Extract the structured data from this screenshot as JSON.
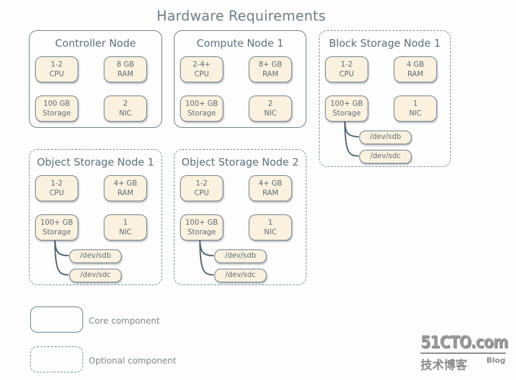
{
  "title": "Hardware Requirements",
  "nodes": [
    {
      "name": "Controller Node",
      "type": "core",
      "resources": [
        {
          "value": "1-2",
          "label": "CPU"
        },
        {
          "value": "8 GB",
          "label": "RAM"
        },
        {
          "value": "100 GB",
          "label": "Storage"
        },
        {
          "value": "2",
          "label": "NIC"
        }
      ],
      "devices": []
    },
    {
      "name": "Compute Node 1",
      "type": "core",
      "resources": [
        {
          "value": "2-4+",
          "label": "CPU"
        },
        {
          "value": "8+ GB",
          "label": "RAM"
        },
        {
          "value": "100+ GB",
          "label": "Storage"
        },
        {
          "value": "2",
          "label": "NIC"
        }
      ],
      "devices": []
    },
    {
      "name": "Block Storage Node 1",
      "type": "optional",
      "resources": [
        {
          "value": "1-2",
          "label": "CPU"
        },
        {
          "value": "4 GB",
          "label": "RAM"
        },
        {
          "value": "100+ GB",
          "label": "Storage"
        },
        {
          "value": "1",
          "label": "NIC"
        }
      ],
      "devices": [
        "/dev/sdb",
        "/dev/sdc"
      ]
    },
    {
      "name": "Object Storage Node 1",
      "type": "optional",
      "resources": [
        {
          "value": "1-2",
          "label": "CPU"
        },
        {
          "value": "4+ GB",
          "label": "RAM"
        },
        {
          "value": "100+ GB",
          "label": "Storage"
        },
        {
          "value": "1",
          "label": "NIC"
        }
      ],
      "devices": [
        "/dev/sdb",
        "/dev/sdc"
      ]
    },
    {
      "name": "Object Storage Node 2",
      "type": "optional",
      "resources": [
        {
          "value": "1-2",
          "label": "CPU"
        },
        {
          "value": "4+ GB",
          "label": "RAM"
        },
        {
          "value": "100+ GB",
          "label": "Storage"
        },
        {
          "value": "1",
          "label": "NIC"
        }
      ],
      "devices": [
        "/dev/sdb",
        "/dev/sdc"
      ]
    }
  ],
  "legend": {
    "core": "Core component",
    "optional": "Optional component"
  },
  "watermark": {
    "main": "51CTO.com",
    "sub": "技术博客",
    "blog": "Blog"
  },
  "colors": {
    "border": "#6d7f8c",
    "resource_fill": "#faf1de",
    "text": "#5d6c78"
  }
}
